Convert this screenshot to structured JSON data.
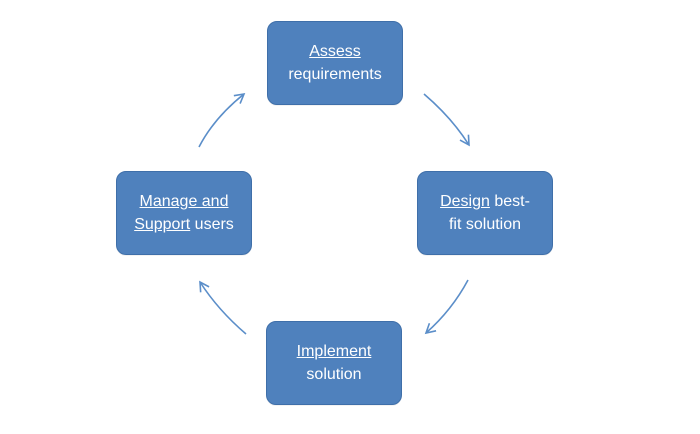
{
  "diagram": {
    "accent_color": "#4f81bd",
    "arrow_color": "#5b8ec9",
    "nodes": {
      "assess": {
        "line1": "Assess",
        "line2": "requirements"
      },
      "design": {
        "line1_underlined": "Design",
        "line1_rest": " best-",
        "line2": "fit solution"
      },
      "implement": {
        "line1": "Implement",
        "line2": "solution"
      },
      "manage": {
        "line1": "Manage and",
        "line2_underlined": "Support",
        "line2_rest": " users"
      }
    }
  }
}
